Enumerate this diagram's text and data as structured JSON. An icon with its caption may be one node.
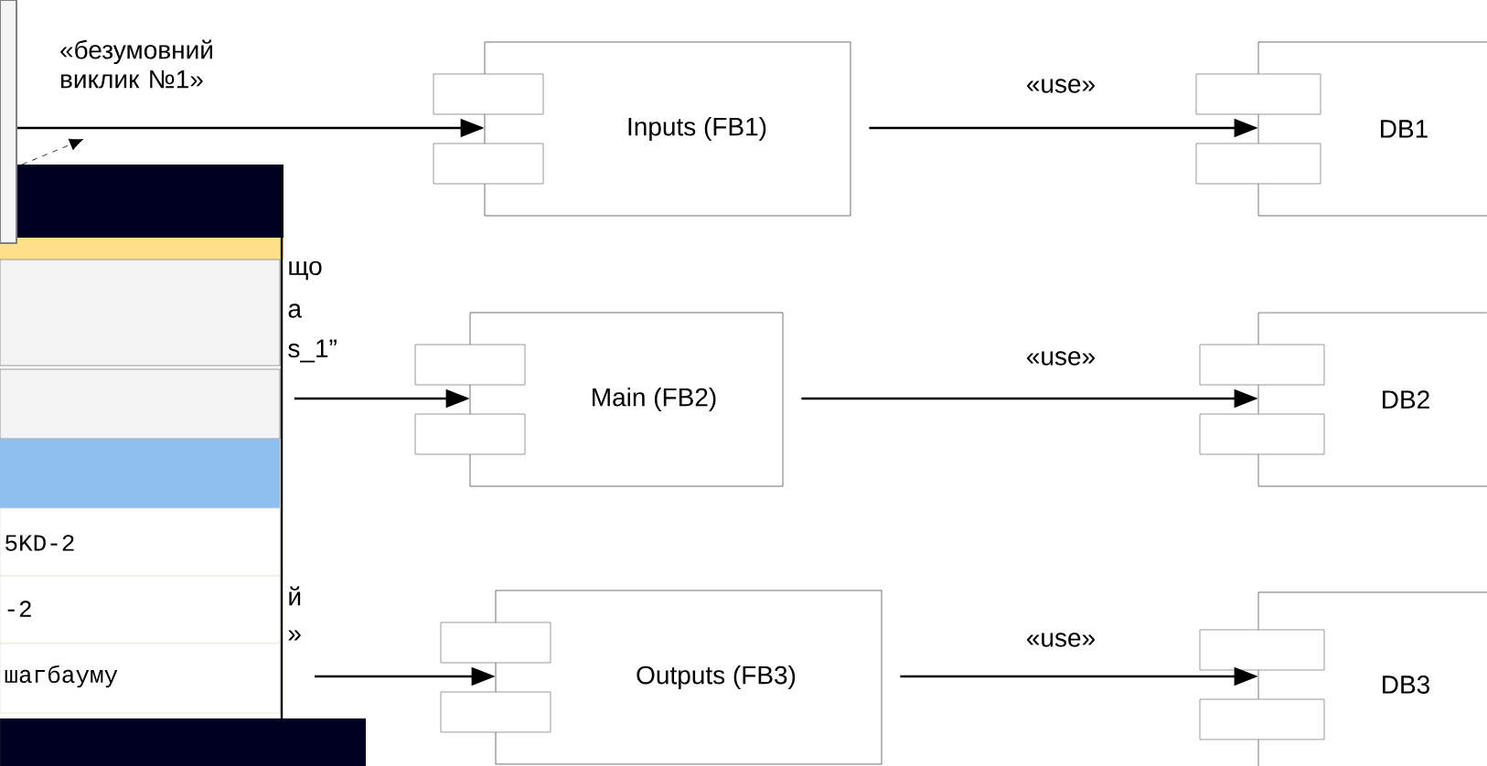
{
  "diagram": {
    "nodes": [
      {
        "text": [],
        "shape": "box"
      },
      {
        "text": [
          "Inputs (FB1)"
        ]
      },
      {
        "text": [
          "DB1"
        ]
      },
      {
        "text": [
          "Main (FB2)"
        ]
      },
      {
        "text": [
          "DB2"
        ]
      },
      {
        "text": [
          "Outputs (FB3)"
        ]
      },
      {
        "text": [
          "DB3"
        ]
      }
    ],
    "edges": [
      {
        "from": 0,
        "to": 1,
        "arrow": "to",
        "label": "«безумовний виклик №1»"
      },
      {
        "from": null,
        "to": 3,
        "arrow": "to"
      },
      {
        "from": null,
        "to": 5,
        "arrow": "to"
      },
      {
        "from": 1,
        "to": 2,
        "arrow": "to",
        "label": "«use»"
      },
      {
        "from": 3,
        "to": 4,
        "arrow": "to",
        "label": "«use»"
      },
      {
        "from": 5,
        "to": 6,
        "arrow": "to",
        "label": "«use»"
      }
    ],
    "labels": [
      "що",
      "а",
      "s_1”",
      "й",
      "»",
      "5KD-2",
      "-2",
      "шагбауму"
    ]
  }
}
